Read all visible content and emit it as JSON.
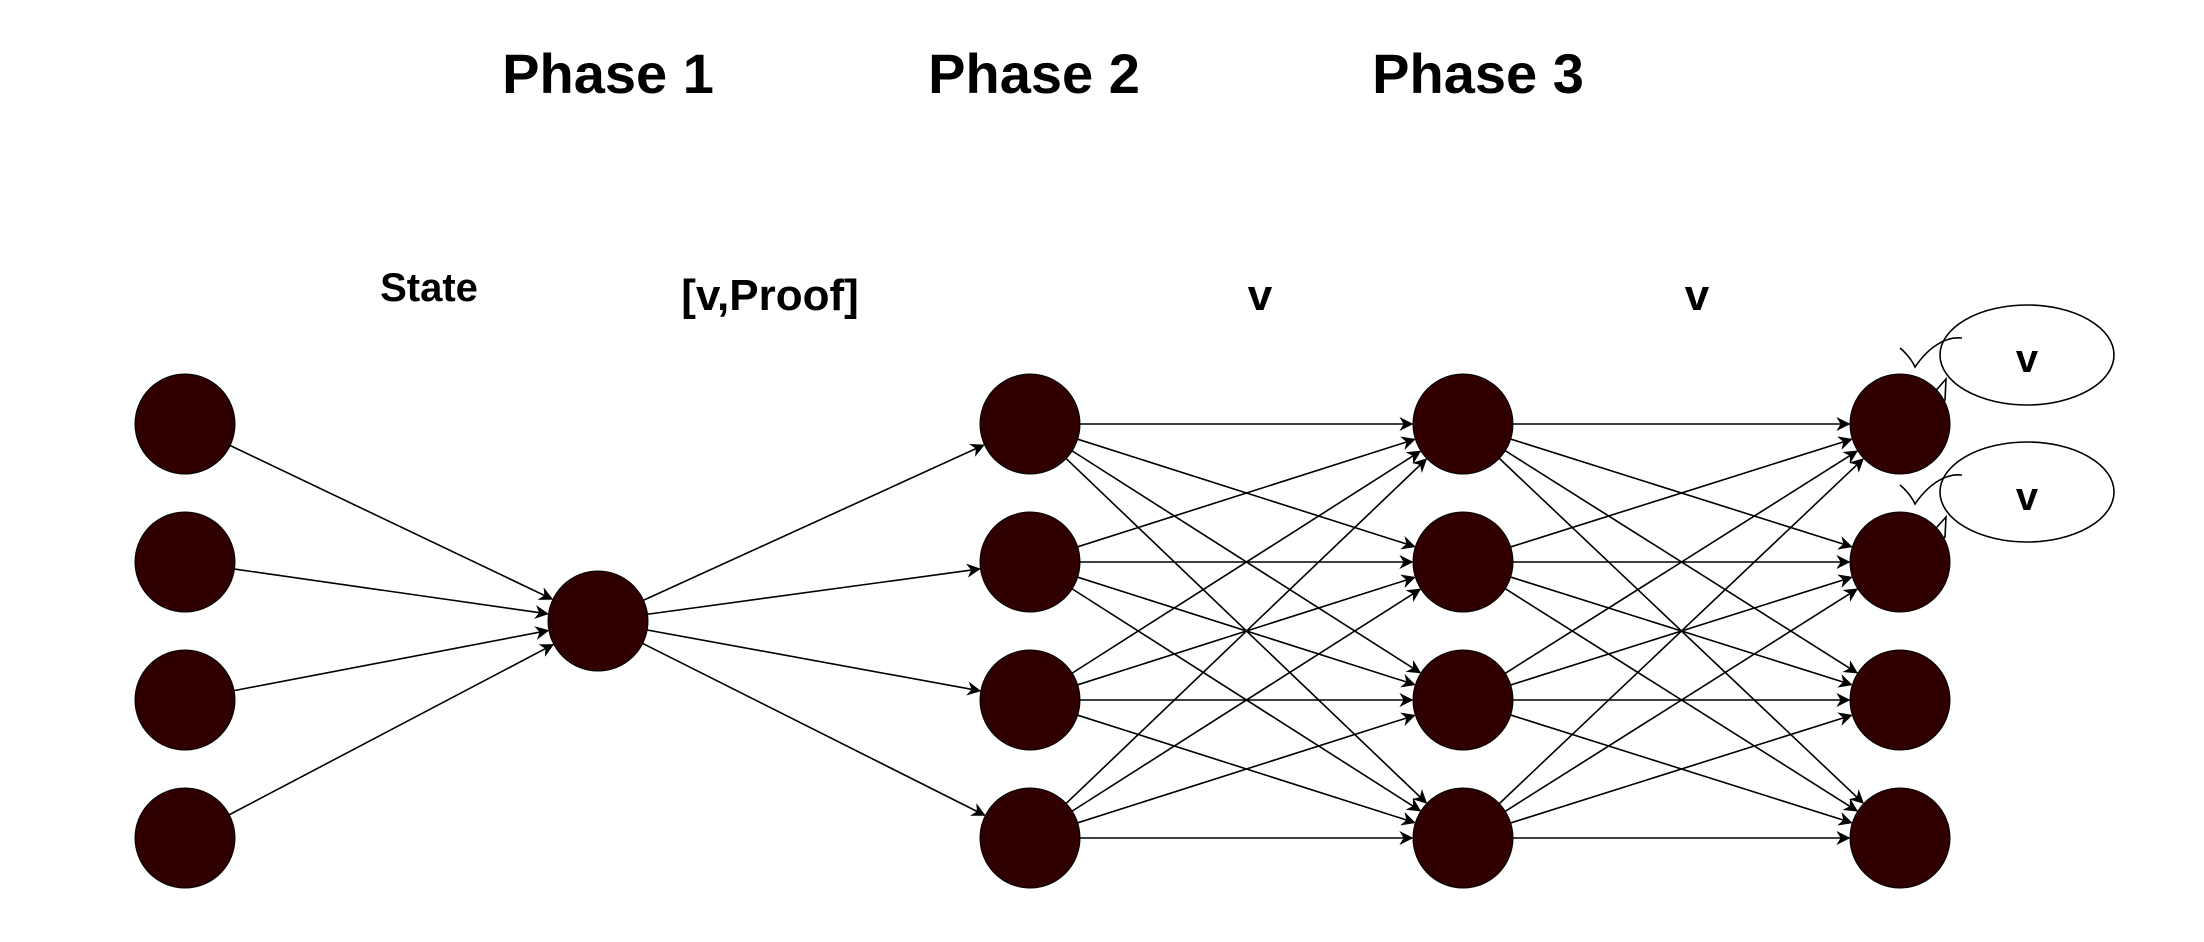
{
  "titles": {
    "phase1": "Phase 1",
    "phase2": "Phase 2",
    "phase3": "Phase 3"
  },
  "labels": {
    "state": "State",
    "v_proof": "[v,Proof]",
    "v_first": "v",
    "v_second": "v"
  },
  "bubbles": {
    "top": "v",
    "second": "v"
  },
  "colors": {
    "node": "#300000",
    "edge": "#000000"
  }
}
